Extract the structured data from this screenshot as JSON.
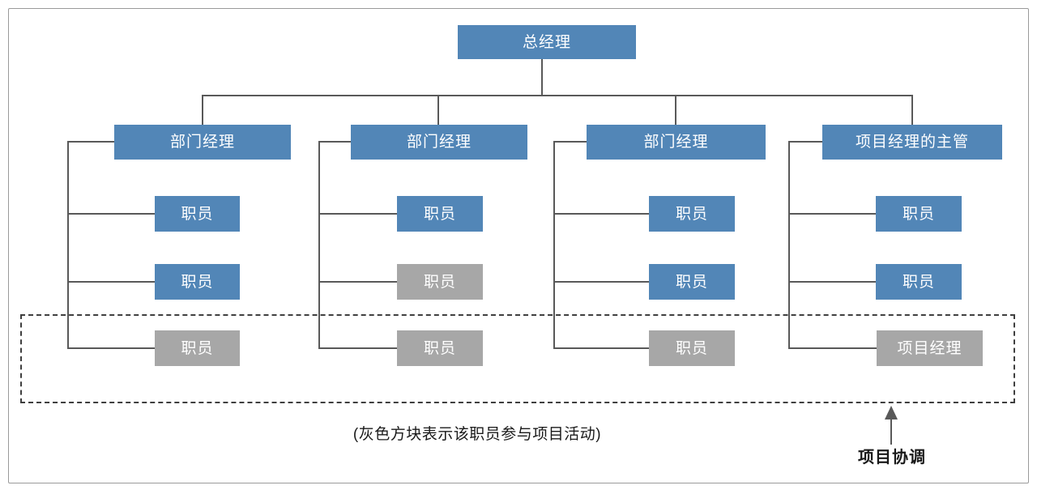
{
  "diagram": {
    "root": {
      "label": "总经理"
    },
    "columns": [
      {
        "header": {
          "label": "部门经理"
        },
        "children": [
          {
            "label": "职员",
            "variant": "blue"
          },
          {
            "label": "职员",
            "variant": "blue"
          },
          {
            "label": "职员",
            "variant": "gray"
          }
        ]
      },
      {
        "header": {
          "label": "部门经理"
        },
        "children": [
          {
            "label": "职员",
            "variant": "blue"
          },
          {
            "label": "职员",
            "variant": "gray"
          },
          {
            "label": "职员",
            "variant": "gray"
          }
        ]
      },
      {
        "header": {
          "label": "部门经理"
        },
        "children": [
          {
            "label": "职员",
            "variant": "blue"
          },
          {
            "label": "职员",
            "variant": "blue"
          },
          {
            "label": "职员",
            "variant": "gray"
          }
        ]
      },
      {
        "header": {
          "label": "项目经理的主管"
        },
        "children": [
          {
            "label": "职员",
            "variant": "blue"
          },
          {
            "label": "职员",
            "variant": "blue"
          },
          {
            "label": "项目经理",
            "variant": "gray"
          }
        ]
      }
    ],
    "caption": "(灰色方块表示该职员参与项目活动)",
    "coordination_label": "项目协调",
    "colors": {
      "node_blue": "#5286B7",
      "node_gray": "#A7A7A7",
      "line": "#595959",
      "dashed_border": "#3F3F3F",
      "frame_border": "#9A9A9A",
      "node_text": "#FFFFFF",
      "caption_text": "#1A1A1A"
    }
  }
}
